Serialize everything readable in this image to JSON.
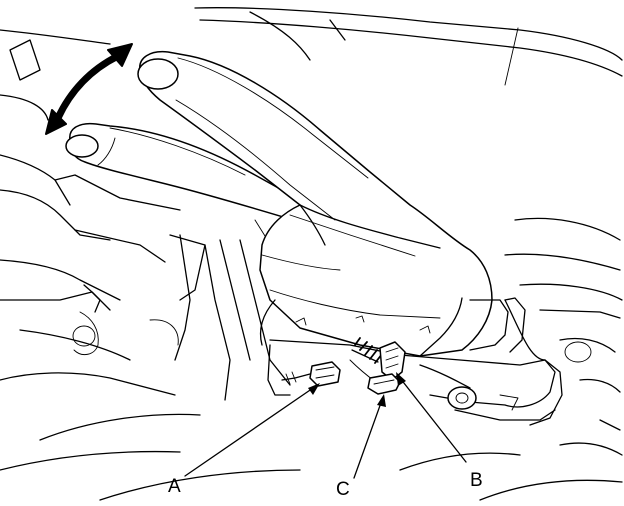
{
  "diagram": {
    "callouts": [
      {
        "id": "A",
        "label": "A"
      },
      {
        "id": "B",
        "label": "B"
      },
      {
        "id": "C",
        "label": "C"
      }
    ],
    "icons": {
      "motion": "double-arrow-icon"
    }
  }
}
